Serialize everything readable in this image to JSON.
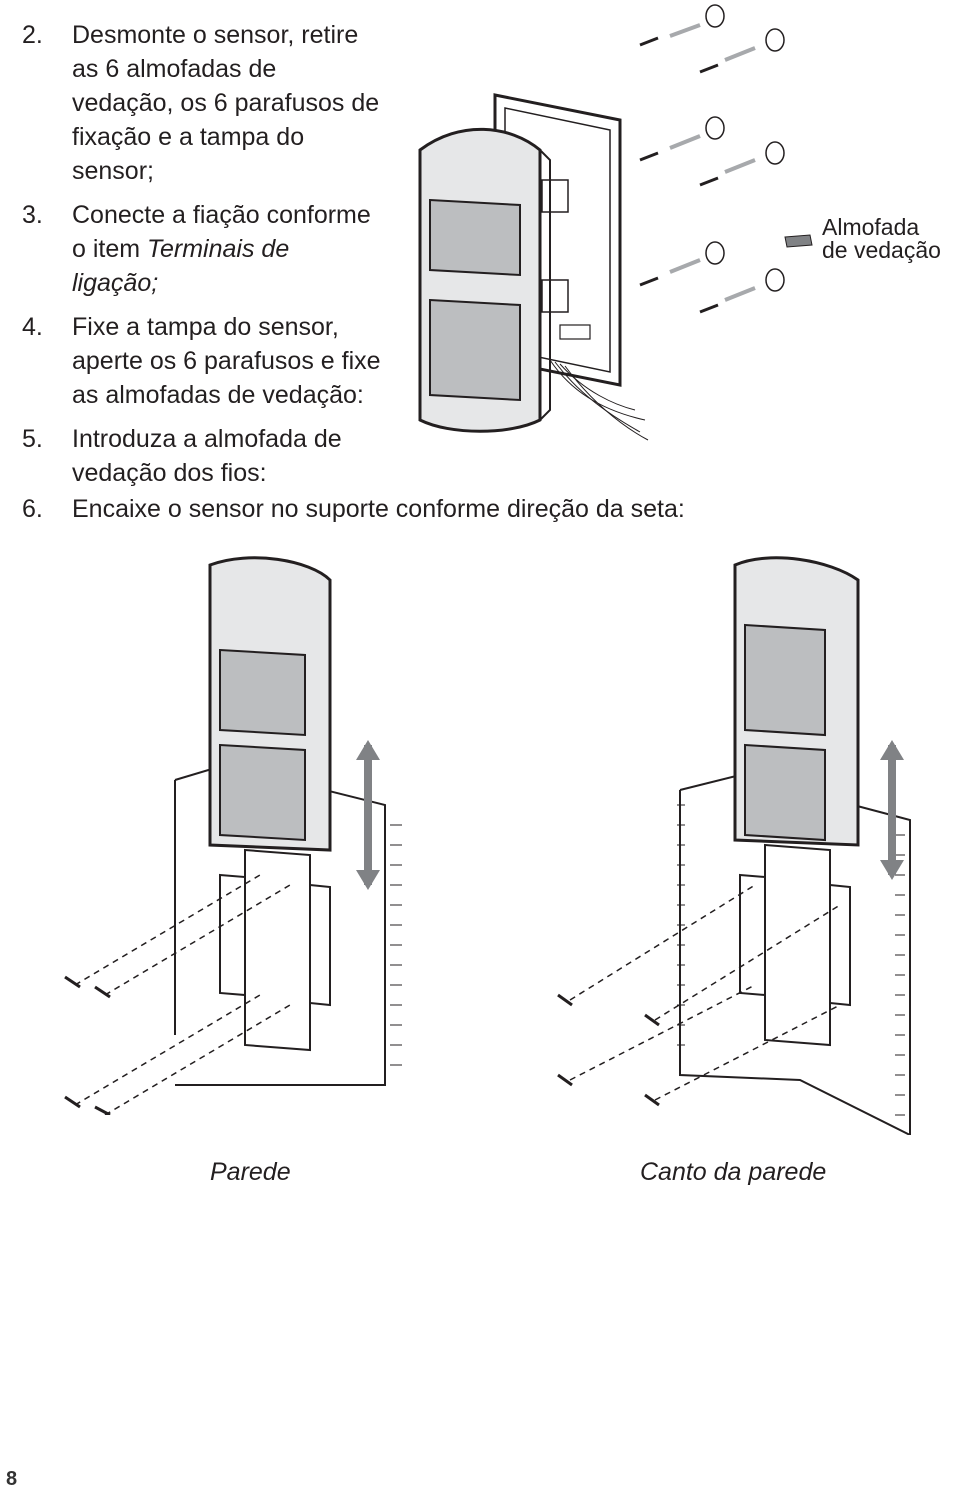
{
  "steps": [
    {
      "num": "2.",
      "text": "Desmonte o sensor, retire as 6 almofadas de vedação, os 6 parafusos de fixação e a tampa do sensor;"
    },
    {
      "num": "3.",
      "text_before": "Conecte a fiação conforme o item ",
      "text_italic": "Terminais de ligação;"
    },
    {
      "num": "4.",
      "text": "Fixe a tampa do sensor, aperte os 6 parafusos e fixe as almofadas de vedação:"
    },
    {
      "num": "5.",
      "text": "Introduza a almofada de vedação dos fios:"
    }
  ],
  "step6": {
    "num": "6.",
    "text": "Encaixe o sensor no suporte conforme direção da seta:"
  },
  "labels": {
    "pad_line1": "Almofada",
    "pad_line2": "de vedação"
  },
  "captions": {
    "wall": "Parede",
    "corner": "Canto da parede"
  },
  "page_number": "8"
}
